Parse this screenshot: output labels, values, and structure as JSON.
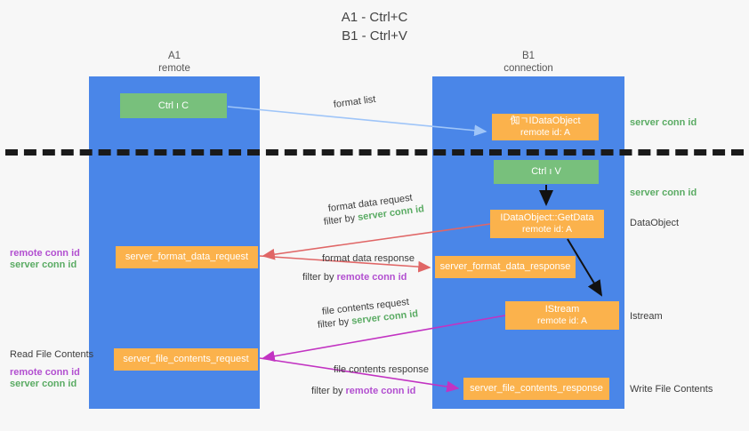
{
  "title": {
    "line1": "A1 - Ctrl+C",
    "line2": "B1 - Ctrl+V"
  },
  "lanes": [
    {
      "id": "a1",
      "title": "A1",
      "subtitle": "remote",
      "color": "#4a86e8"
    },
    {
      "id": "b1",
      "title": "B1",
      "subtitle": "connection",
      "color": "#4a86e8"
    }
  ],
  "colors": {
    "lane": "#4a86e8",
    "green_node": "#78c07c",
    "orange_node": "#fbb24c",
    "server_conn_id": "#5aab63",
    "remote_conn_id": "#b24fd0",
    "arrow_blue": "#9fc5f8",
    "arrow_red": "#e06666",
    "arrow_purple": "#c233c2",
    "arrow_black": "#000000",
    "background": "#f7f7f7"
  },
  "nodes": {
    "ctrl_c": {
      "label": "Ctrl ı C",
      "type": "green"
    },
    "ctrl_v": {
      "label": "Ctrl ı V",
      "type": "green"
    },
    "idataobject": {
      "line1": "倁ㄱIDataObject",
      "line2": "remote id: A",
      "type": "orange"
    },
    "getdata": {
      "line1": "IDataObject::GetData",
      "line2": "remote id: A",
      "type": "orange"
    },
    "istream": {
      "line1": "IStream",
      "line2": "remote id: A",
      "type": "orange"
    },
    "format_data_request": {
      "label": "server_format_data_request",
      "type": "orange"
    },
    "format_data_response": {
      "label": "server_format_data_response",
      "type": "orange"
    },
    "file_contents_request": {
      "label": "server_file_contents_request",
      "type": "orange"
    },
    "file_contents_response": {
      "label": "server_file_contents_response",
      "type": "orange"
    }
  },
  "edge_labels": {
    "format_list": "format list",
    "format_data_request": "format data request",
    "format_data_request_filter_prefix": "filter by ",
    "format_data_request_filter_key": "server conn id",
    "format_data_response": "format data response",
    "format_data_response_filter_prefix": "filter by ",
    "format_data_response_filter_key": "remote conn id",
    "file_contents_request": "file contents request",
    "file_contents_request_filter_prefix": "filter by ",
    "file_contents_request_filter_key": "server conn id",
    "file_contents_response": "file contents response",
    "file_contents_response_filter_prefix": "filter by ",
    "file_contents_response_filter_key": "remote conn id"
  },
  "right_annotations": {
    "server_conn_id_top": "server conn id",
    "server_conn_id_mid": "server conn id",
    "dataobject": "DataObject",
    "istream": "Istream",
    "write_file_contents": "Write File Contents"
  },
  "left_annotations": {
    "remote_conn_id_upper": "remote conn id",
    "server_conn_id_upper": "server conn id",
    "read_file_contents": "Read File Contents",
    "remote_conn_id_lower": "remote conn id",
    "server_conn_id_lower": "server conn id"
  }
}
